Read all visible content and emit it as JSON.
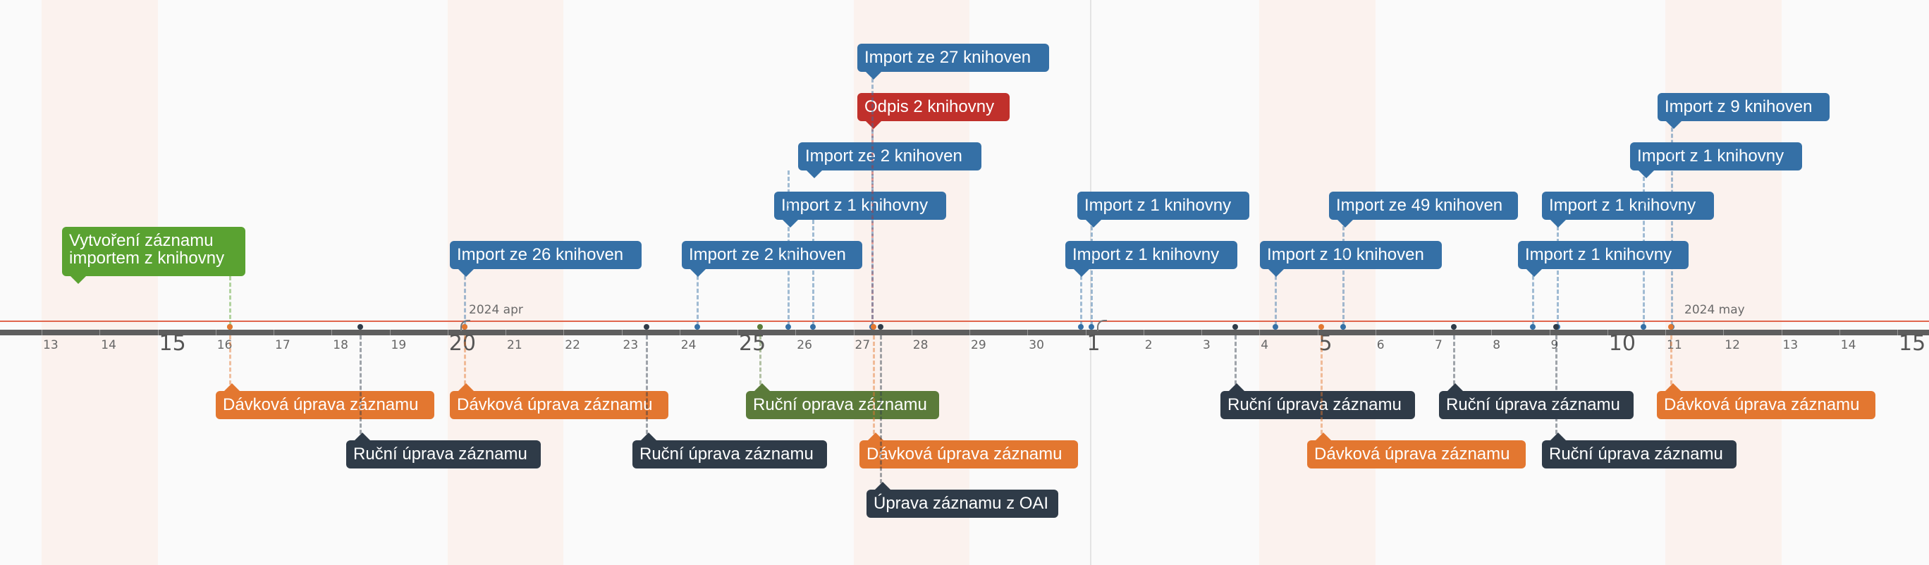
{
  "colors": {
    "import": "#3570a6",
    "create": "#5aa231",
    "delete": "#c0302b",
    "batch": "#e37730",
    "manual": "#2f3b48",
    "manual_green": "#5b7b3a"
  },
  "axis": {
    "day_ticks": [
      "13",
      "14",
      "15",
      "16",
      "17",
      "18",
      "19",
      "20",
      "21",
      "22",
      "23",
      "24",
      "25",
      "26",
      "27",
      "28",
      "29",
      "30",
      "1",
      "2",
      "3",
      "4",
      "5",
      "6",
      "7",
      "8",
      "9",
      "10",
      "11",
      "12",
      "13",
      "14",
      "15"
    ],
    "month_labels": [
      "2024 apr",
      "2024 may"
    ]
  },
  "events_above": [
    {
      "label": "Vytvoření záznamu importem z knihovny",
      "type": "create"
    },
    {
      "label": "Import ze 26 knihoven",
      "type": "import"
    },
    {
      "label": "Import ze 2 knihoven",
      "type": "import"
    },
    {
      "label": "Import z 1 knihovny",
      "type": "import"
    },
    {
      "label": "Import ze 2 knihoven",
      "type": "import"
    },
    {
      "label": "Odpis 2 knihovny",
      "type": "delete"
    },
    {
      "label": "Import ze 27 knihoven",
      "type": "import"
    },
    {
      "label": "Import z 1 knihovny",
      "type": "import"
    },
    {
      "label": "Import z 1 knihovny",
      "type": "import"
    },
    {
      "label": "Import z 10 knihoven",
      "type": "import"
    },
    {
      "label": "Import ze 49 knihoven",
      "type": "import"
    },
    {
      "label": "Import z 1 knihovny",
      "type": "import"
    },
    {
      "label": "Import z 1 knihovny",
      "type": "import"
    },
    {
      "label": "Import z 1 knihovny",
      "type": "import"
    },
    {
      "label": "Import z 9 knihoven",
      "type": "import"
    }
  ],
  "events_below": [
    {
      "label": "Dávková úprava záznamu",
      "type": "batch"
    },
    {
      "label": "Ruční úprava záznamu",
      "type": "manual"
    },
    {
      "label": "Dávková úprava záznamu",
      "type": "batch"
    },
    {
      "label": "Ruční úprava záznamu",
      "type": "manual"
    },
    {
      "label": "Ruční oprava záznamu",
      "type": "manual_green"
    },
    {
      "label": "Dávková úprava záznamu",
      "type": "batch"
    },
    {
      "label": "Úprava záznamu z OAI",
      "type": "manual"
    },
    {
      "label": "Ruční úprava záznamu",
      "type": "manual"
    },
    {
      "label": "Dávková úprava záznamu",
      "type": "batch"
    },
    {
      "label": "Ruční úprava záznamu",
      "type": "manual"
    },
    {
      "label": "Ruční úprava záznamu",
      "type": "manual"
    },
    {
      "label": "Dávková úprava záznamu",
      "type": "batch"
    }
  ]
}
